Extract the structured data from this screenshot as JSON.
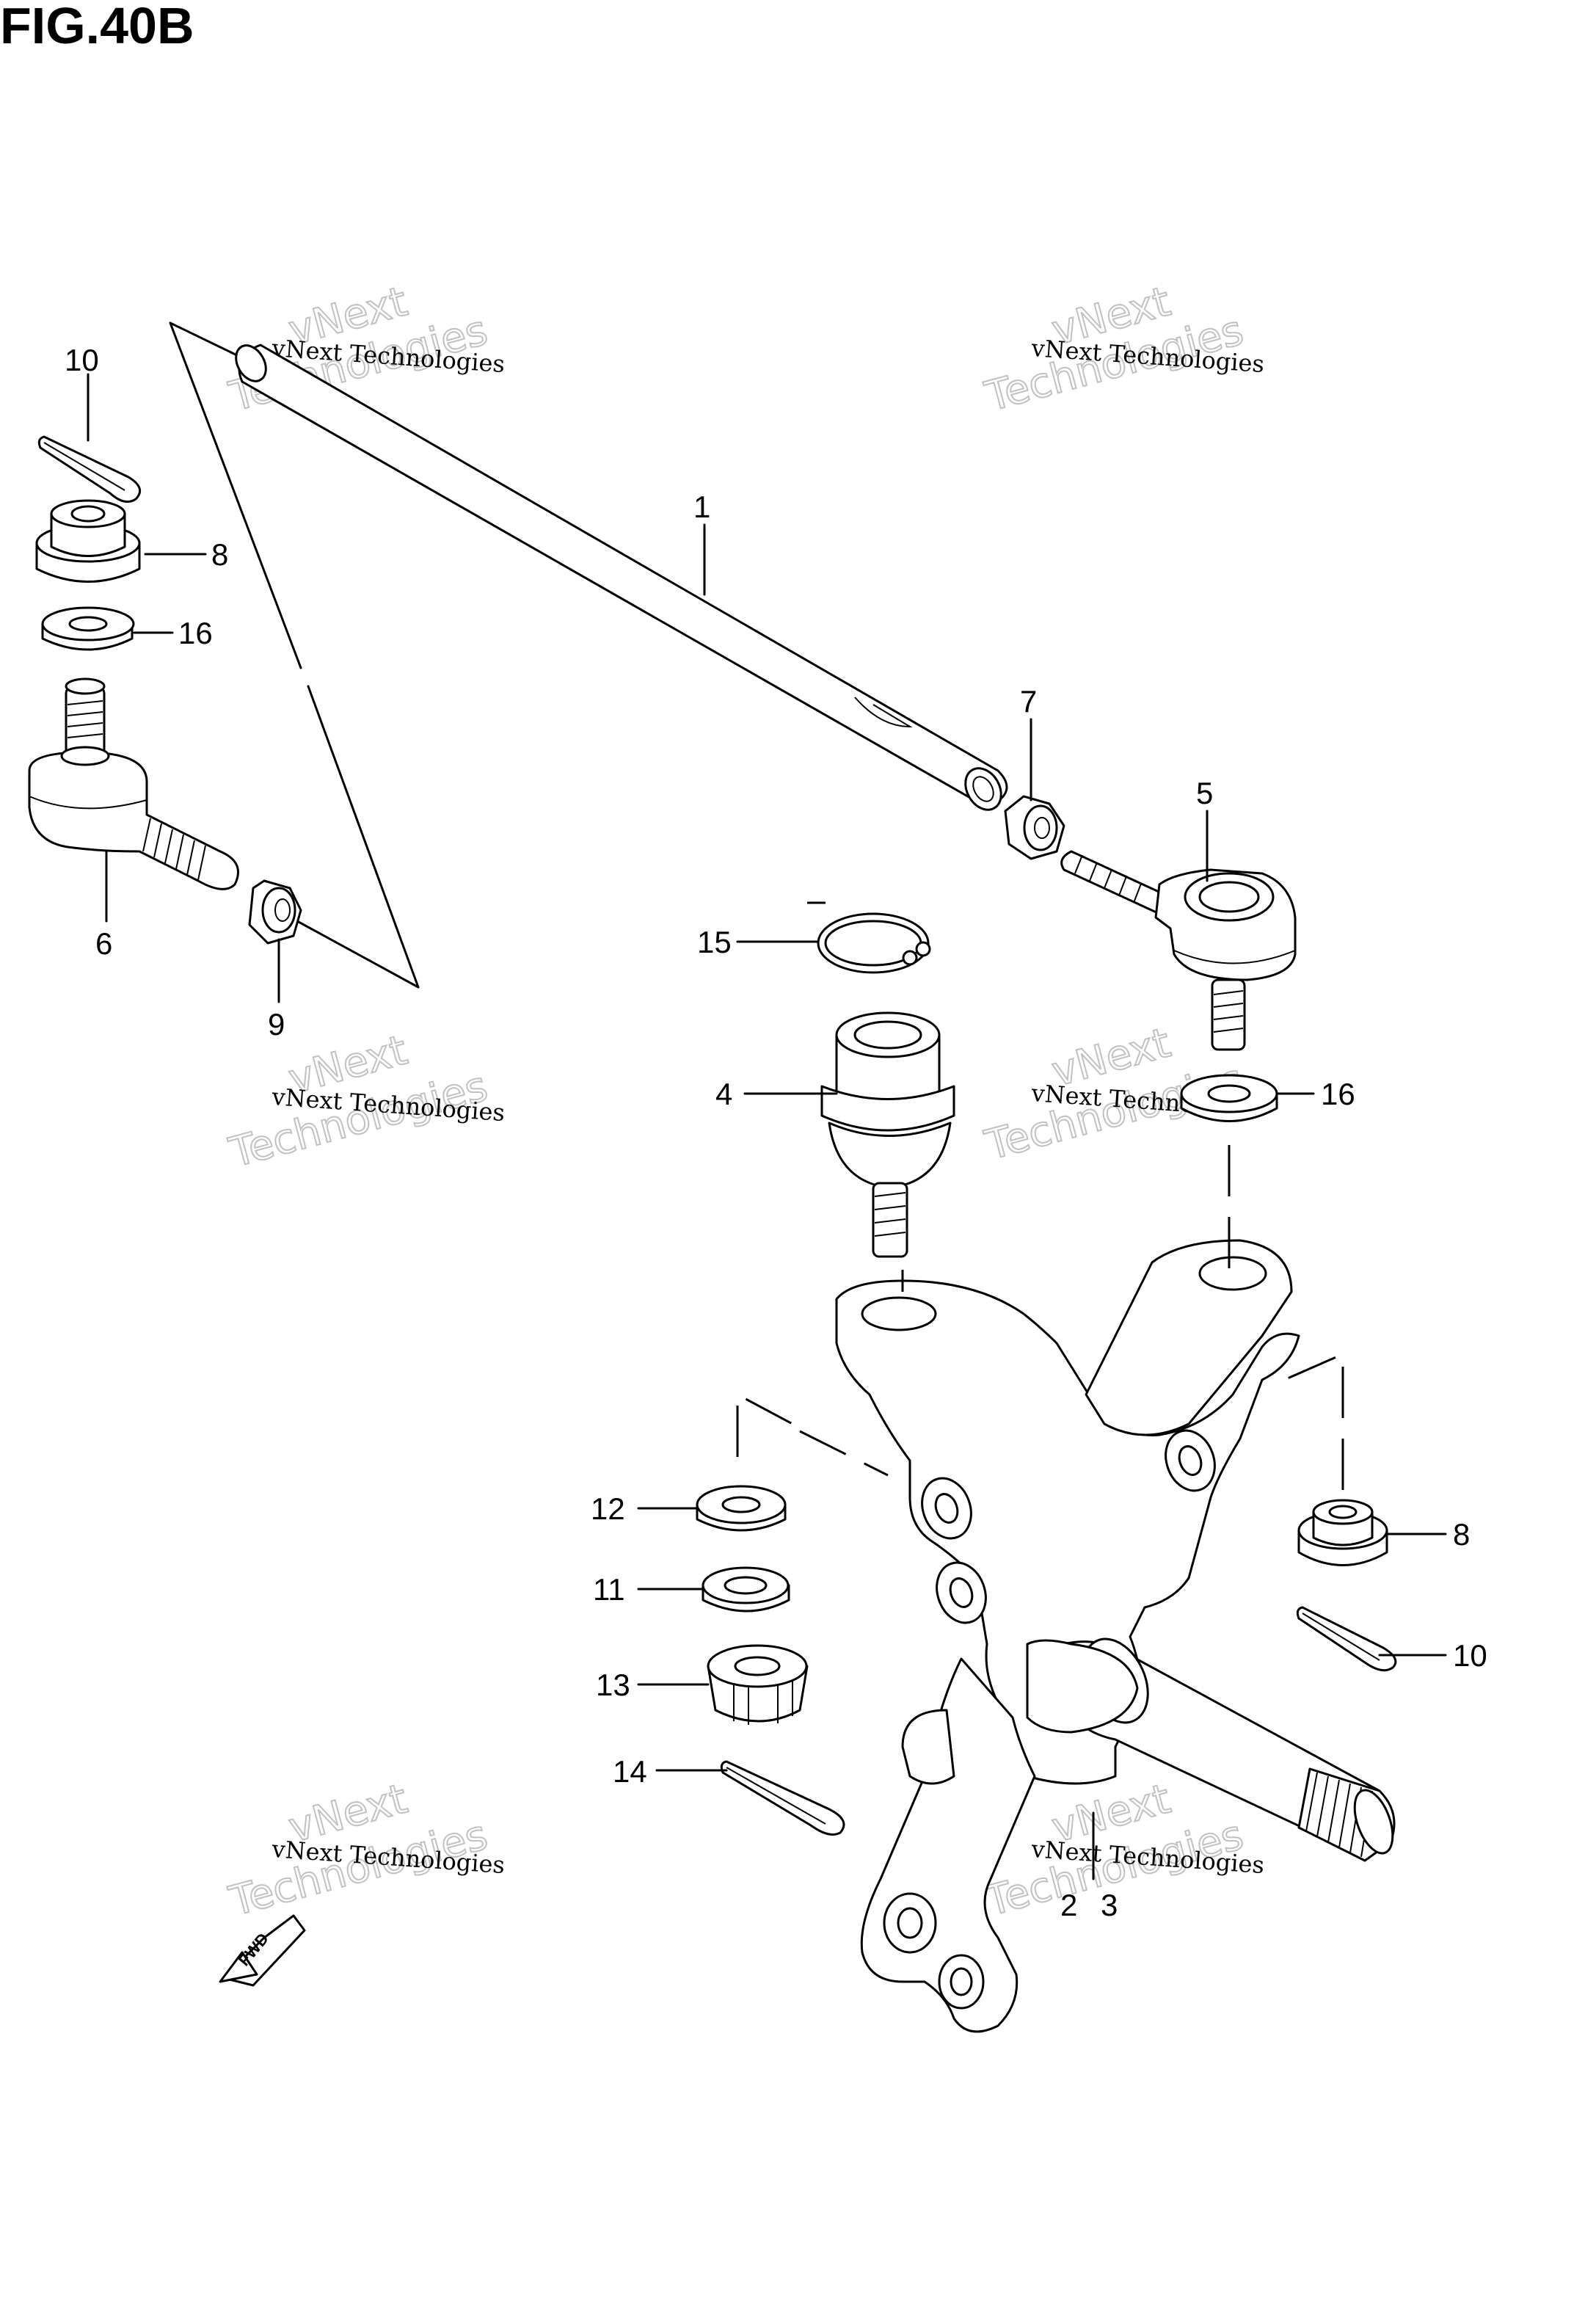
{
  "figure": {
    "title": "FIG.40B"
  },
  "callouts": {
    "c1": "1",
    "c2": "2",
    "c3": "3",
    "c4": "4",
    "c5": "5",
    "c6": "6",
    "c7": "7",
    "c8_left": "8",
    "c8_right": "8",
    "c9": "9",
    "c10_left": "10",
    "c10_right": "10",
    "c11": "11",
    "c12": "12",
    "c13": "13",
    "c14": "14",
    "c15": "15",
    "c16_left": "16",
    "c16_right": "16"
  },
  "watermark": {
    "line_small": "vNext Technologies",
    "big_top": "vNext",
    "big_bottom": "Technologies"
  },
  "direction_badge": {
    "label": "FWD"
  }
}
